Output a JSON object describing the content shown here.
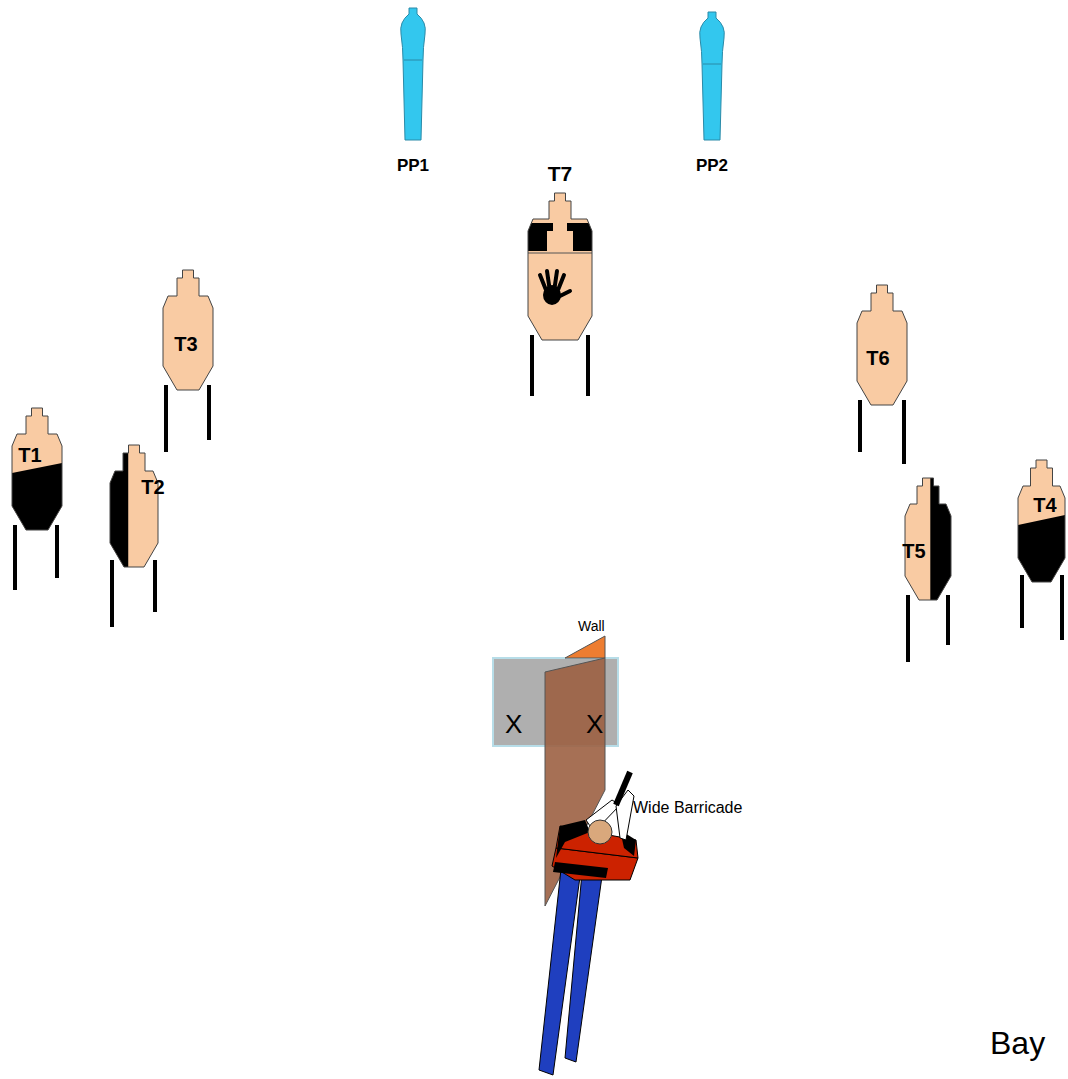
{
  "diagram": {
    "nodes": [
      {
        "text": [
          "PP1"
        ]
      },
      {
        "text": [
          "PP2"
        ]
      },
      {
        "text": [
          "T7"
        ]
      },
      {
        "text": [
          "T3"
        ]
      },
      {
        "text": [
          "T6"
        ]
      },
      {
        "text": [
          "T1"
        ]
      },
      {
        "text": [
          "T2"
        ]
      },
      {
        "text": [
          "T5"
        ]
      },
      {
        "text": [
          "T4"
        ]
      }
    ],
    "labels": [
      "Wall",
      "X",
      "X",
      "Wide Barricade",
      "Bay"
    ]
  }
}
